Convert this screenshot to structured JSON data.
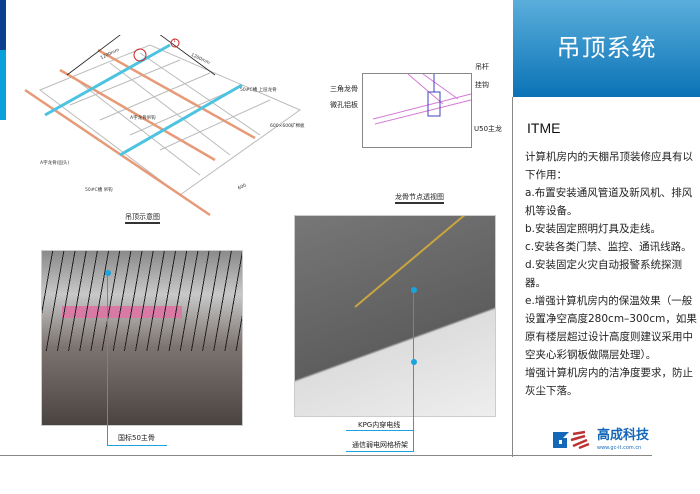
{
  "header": {
    "title": "吊顶系统"
  },
  "section": {
    "heading": "ITME"
  },
  "paragraphs": [
    "计算机房内的天棚吊顶装修应具有以下作用：",
    "a.布置安装通风管道及新风机、排风机等设备。",
    "b.安装固定照明灯具及走线。",
    "c.安装各类门禁、监控、通讯线路。",
    "d.安装固定火灾自动报警系统探测器。",
    "e.增强计算机房内的保温效果（一般设置净空高度280cm–300cm，如果原有楼层超过设计高度则建议采用中空夹心彩钢板做隔层处理）。",
    "增强计算机房内的洁净度要求，防止灰尘下落。"
  ],
  "logo": {
    "name": "高成科技",
    "url": "www.gc-it.com.cn"
  },
  "diagram1": {
    "caption": "吊顶示意图",
    "labels": [
      "A字龙骨吊钩",
      "A字龙骨(固头)",
      "50#C槽 吊钩",
      "50#C槽 上层龙骨",
      "600×600矿棉板",
      "1200mm",
      "1200mm",
      "600"
    ],
    "marker": "1"
  },
  "diagram2": {
    "caption": "龙骨节点透视图",
    "labels": [
      "吊杆",
      "挂钩",
      "三角龙骨",
      "微孔铝板",
      "U50主龙"
    ]
  },
  "photo1": {
    "label": "国标50主骨"
  },
  "photo2": {
    "labels": [
      "KPG内穿电线",
      "通信弱电网格桥架"
    ]
  },
  "colors": {
    "accent": "#1aa3dc",
    "header": "#0a73b6"
  }
}
